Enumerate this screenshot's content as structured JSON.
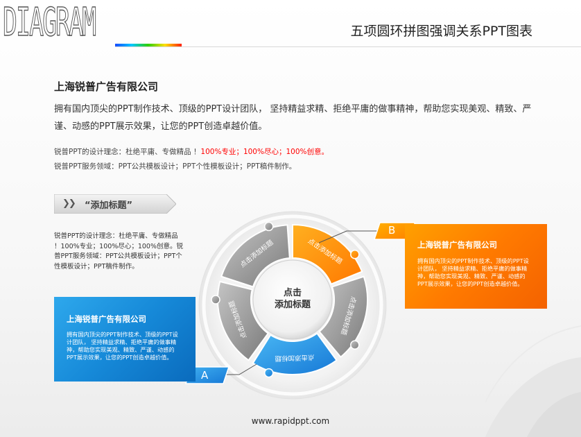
{
  "header": {
    "logo_text": "DIAGRAM",
    "title": "五项圆环拼图强调关系PPT图表"
  },
  "intro": {
    "company": "上海锐普广告有限公司",
    "paragraph": "拥有国内顶尖的PPT制作技术、顶级的PPT设计团队， 坚持精益求精、拒绝平庸的做事精神，帮助您实现美观、精致、严谨、动感的PPT展示效果，让您的PPT创造卓越价值。",
    "meta_line1_prefix": "锐普PPT的设计理念：杜绝平庸、专做精品 ！",
    "meta_line1_highlight": "100%专业；100%尽心；100%创意。",
    "meta_line2": "锐普PPT服务领域：PPT公共模板设计；PPT个性模板设计；PPT稿件制作。"
  },
  "section": {
    "tab_arrows": "❯❯",
    "tab_label": "“添加标题”",
    "side_text": "锐普PPT的设计理念：杜绝平庸、专做精品 ！100%专业；100%尽心；100%创意。锐普PPT服务领域：PPT公共模板设计；PPT个性模板设计；PPT稿件制作。"
  },
  "diagram": {
    "center_line1": "点击",
    "center_line2": "添加标题",
    "segment_label": "点击添加标题",
    "tag_a": "A",
    "tag_b": "B"
  },
  "box_a": {
    "title": "上海锐普广告有限公司",
    "text": "拥有国内顶尖的PPT制作技术、顶级的PPT设计团队， 坚持精益求精、拒绝平庸的做事精神，帮助您实现美观、精致、严谨、动感的PPT展示效果，让您的PPT创造卓越价值。"
  },
  "box_b": {
    "title": "上海锐普广告有限公司",
    "text": "拥有国内顶尖的PPT制作技术、顶级的PPT设计团队， 坚持精益求精、拒绝平庸的做事精神，帮助您实现美观、精致、严谨、动感的PPT展示效果，让您的PPT创造卓越价值。"
  },
  "footer": {
    "url": "www.rapidppt.com"
  },
  "colors": {
    "orange": "#ff8a00",
    "blue": "#1e90e0",
    "gray": "#9a9a9a",
    "highlight_red": "#ff0000"
  },
  "icons": {
    "tab": "double-chevron-right-icon"
  }
}
